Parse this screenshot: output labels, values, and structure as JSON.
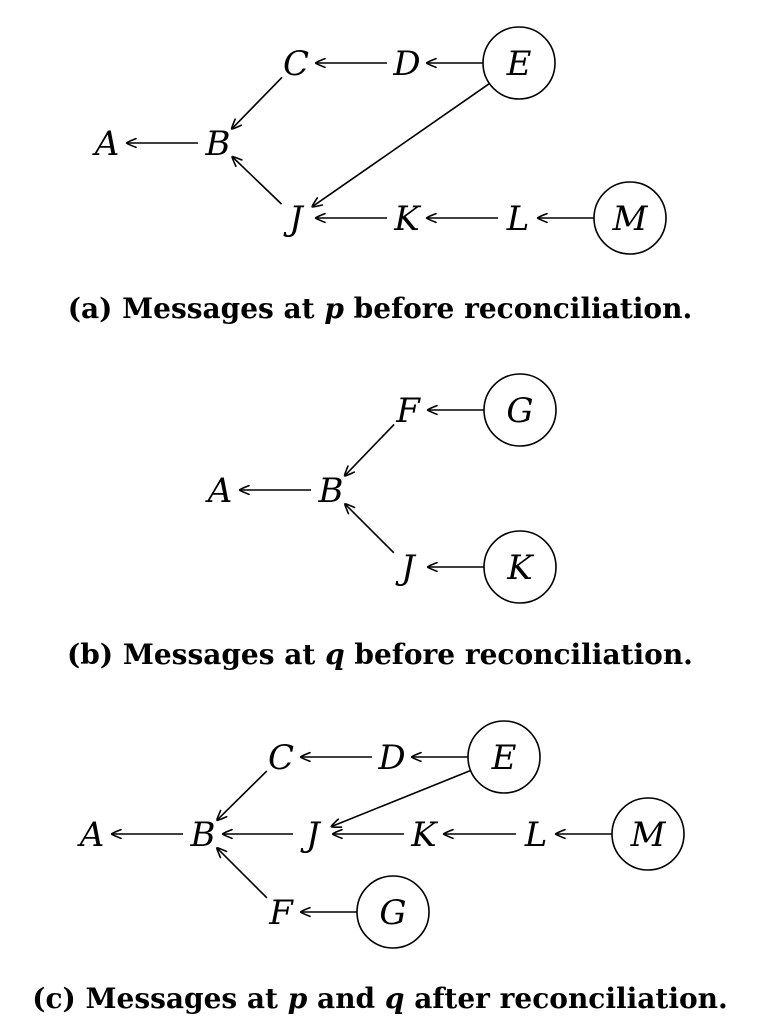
{
  "figures": [
    {
      "caption": {
        "prefix": "(a) Messages at ",
        "var1": "p",
        "mid": "",
        "var2": "",
        "suffix": " before reconciliation."
      },
      "nodes": [
        {
          "id": "A",
          "label": "A",
          "circled": false
        },
        {
          "id": "B",
          "label": "B",
          "circled": false
        },
        {
          "id": "C",
          "label": "C",
          "circled": false
        },
        {
          "id": "D",
          "label": "D",
          "circled": false
        },
        {
          "id": "E",
          "label": "E",
          "circled": true
        },
        {
          "id": "J",
          "label": "J",
          "circled": false
        },
        {
          "id": "K",
          "label": "K",
          "circled": false
        },
        {
          "id": "L",
          "label": "L",
          "circled": false
        },
        {
          "id": "M",
          "label": "M",
          "circled": true
        }
      ],
      "edges": [
        [
          "B",
          "A"
        ],
        [
          "C",
          "B"
        ],
        [
          "D",
          "C"
        ],
        [
          "E",
          "D"
        ],
        [
          "J",
          "B"
        ],
        [
          "E",
          "J"
        ],
        [
          "K",
          "J"
        ],
        [
          "L",
          "K"
        ],
        [
          "M",
          "L"
        ]
      ]
    },
    {
      "caption": {
        "prefix": "(b) Messages at ",
        "var1": "q",
        "mid": "",
        "var2": "",
        "suffix": " before reconciliation."
      },
      "nodes": [
        {
          "id": "A",
          "label": "A",
          "circled": false
        },
        {
          "id": "B",
          "label": "B",
          "circled": false
        },
        {
          "id": "F",
          "label": "F",
          "circled": false
        },
        {
          "id": "G",
          "label": "G",
          "circled": true
        },
        {
          "id": "J",
          "label": "J",
          "circled": false
        },
        {
          "id": "K",
          "label": "K",
          "circled": true
        }
      ],
      "edges": [
        [
          "B",
          "A"
        ],
        [
          "F",
          "B"
        ],
        [
          "G",
          "F"
        ],
        [
          "J",
          "B"
        ],
        [
          "K",
          "J"
        ]
      ]
    },
    {
      "caption": {
        "prefix": "(c) Messages at ",
        "var1": "p",
        "mid": " and ",
        "var2": "q",
        "suffix": " after reconciliation."
      },
      "nodes": [
        {
          "id": "A",
          "label": "A",
          "circled": false
        },
        {
          "id": "B",
          "label": "B",
          "circled": false
        },
        {
          "id": "C",
          "label": "C",
          "circled": false
        },
        {
          "id": "D",
          "label": "D",
          "circled": false
        },
        {
          "id": "E",
          "label": "E",
          "circled": true
        },
        {
          "id": "J",
          "label": "J",
          "circled": false
        },
        {
          "id": "K",
          "label": "K",
          "circled": false
        },
        {
          "id": "L",
          "label": "L",
          "circled": false
        },
        {
          "id": "M",
          "label": "M",
          "circled": true
        },
        {
          "id": "F",
          "label": "F",
          "circled": false
        },
        {
          "id": "G",
          "label": "G",
          "circled": true
        }
      ],
      "edges": [
        [
          "B",
          "A"
        ],
        [
          "C",
          "B"
        ],
        [
          "D",
          "C"
        ],
        [
          "E",
          "D"
        ],
        [
          "J",
          "B"
        ],
        [
          "E",
          "J"
        ],
        [
          "K",
          "J"
        ],
        [
          "L",
          "K"
        ],
        [
          "M",
          "L"
        ],
        [
          "F",
          "B"
        ],
        [
          "G",
          "F"
        ]
      ]
    }
  ]
}
